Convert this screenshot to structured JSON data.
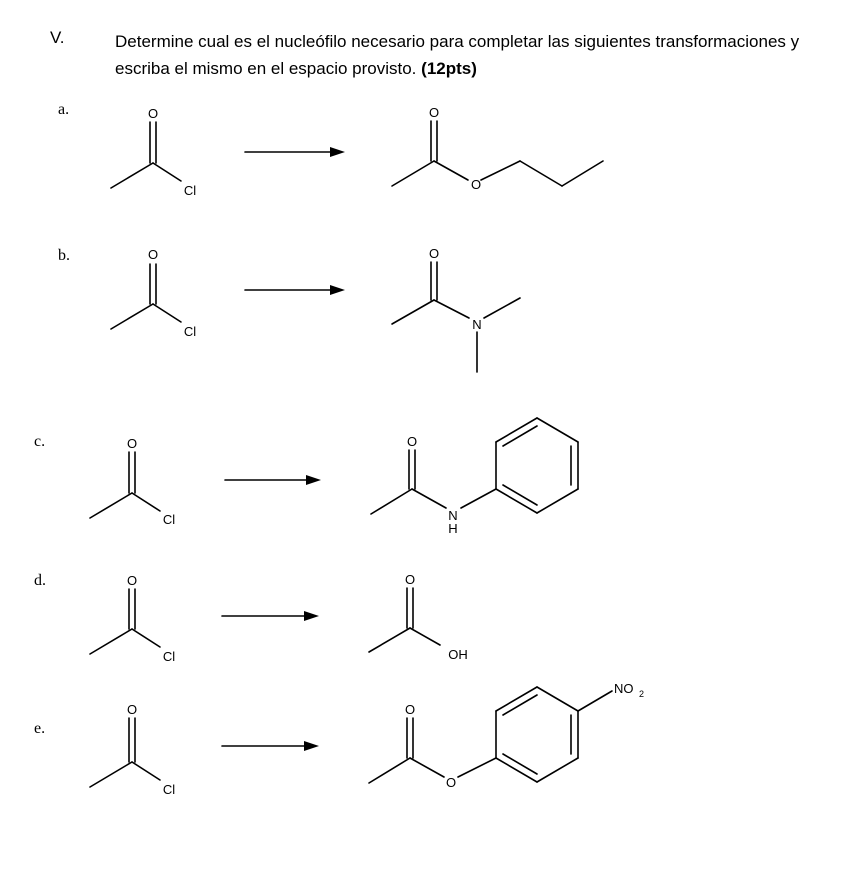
{
  "question": {
    "number": "V.",
    "text": "Determine cual es el nucleófilo necesario para completar las siguientes transformaciones y escriba el mismo en el espacio provisto.",
    "points": "(12pts)"
  },
  "atoms": {
    "O": "O",
    "Cl": "Cl",
    "N": "N",
    "H": "H",
    "OH": "OH",
    "NO": "NO",
    "two": "2"
  },
  "reactions": [
    {
      "label": "a.",
      "product": "propyl acetate"
    },
    {
      "label": "b.",
      "product": "N,N-dimethylacetamide"
    },
    {
      "label": "c.",
      "product": "acetanilide"
    },
    {
      "label": "d.",
      "product": "acetic acid"
    },
    {
      "label": "e.",
      "product": "4-nitrophenyl acetate"
    }
  ]
}
